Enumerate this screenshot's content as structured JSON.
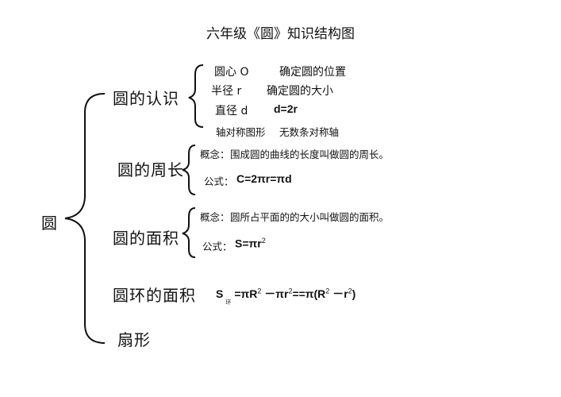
{
  "title": "六年级《圆》知识结构图",
  "root": "圆",
  "branches": {
    "recognition": {
      "label": "圆的认识",
      "items": [
        {
          "term": "圆心 O",
          "desc": "确定圆的位置"
        },
        {
          "term": "半径 r",
          "desc": "确定圆的大小"
        },
        {
          "term": "直径 d",
          "desc": "d=2r"
        },
        {
          "term": "轴对称图形",
          "desc": "无数条对称轴"
        }
      ]
    },
    "circumference": {
      "label": "圆的周长",
      "concept_label": "概念：",
      "concept": "围成圆的曲线的长度叫做圆的周长。",
      "formula_label": "公式：",
      "formula": "C=2πr=πd"
    },
    "area": {
      "label": "圆的面积",
      "concept_label": "概念：",
      "concept": "圆所占平面的的大小叫做圆的面积。",
      "formula_label": "公式：",
      "formula_main": "S=πr",
      "formula_exp": "2"
    },
    "annulus": {
      "label": "圆环的面积",
      "formula_s": "S",
      "formula_sub": "环",
      "formula_p1": "=πR",
      "exp1": "2",
      "formula_p2": " －πr",
      "exp2": "2",
      "formula_p3": "==π(R",
      "exp3": "2",
      "formula_p4": " －r",
      "exp4": "2",
      "formula_p5": ")"
    },
    "sector": {
      "label": "扇形"
    }
  }
}
